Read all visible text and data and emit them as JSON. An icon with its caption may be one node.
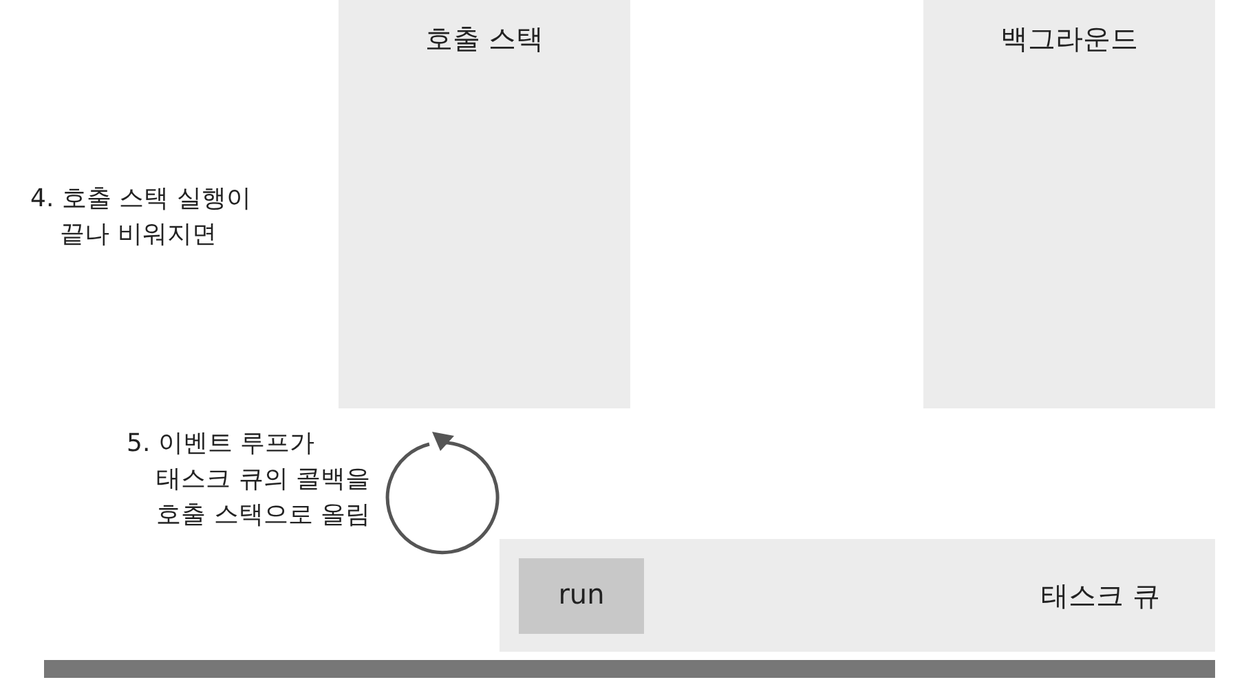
{
  "diagram": {
    "nodes": [
      {
        "text": [
          "호출 스택"
        ]
      },
      {
        "text": [
          "백그라운드"
        ]
      },
      {
        "text": [
          "태스크 큐"
        ]
      },
      {
        "text": [
          "run"
        ],
        "in": 2
      }
    ],
    "labels": [
      "4. 호출 스택 실행이 끝나 비워지면",
      "5. 이벤트 루프가 태스크 큐의 콜백을 호출 스택으로 올림"
    ]
  }
}
